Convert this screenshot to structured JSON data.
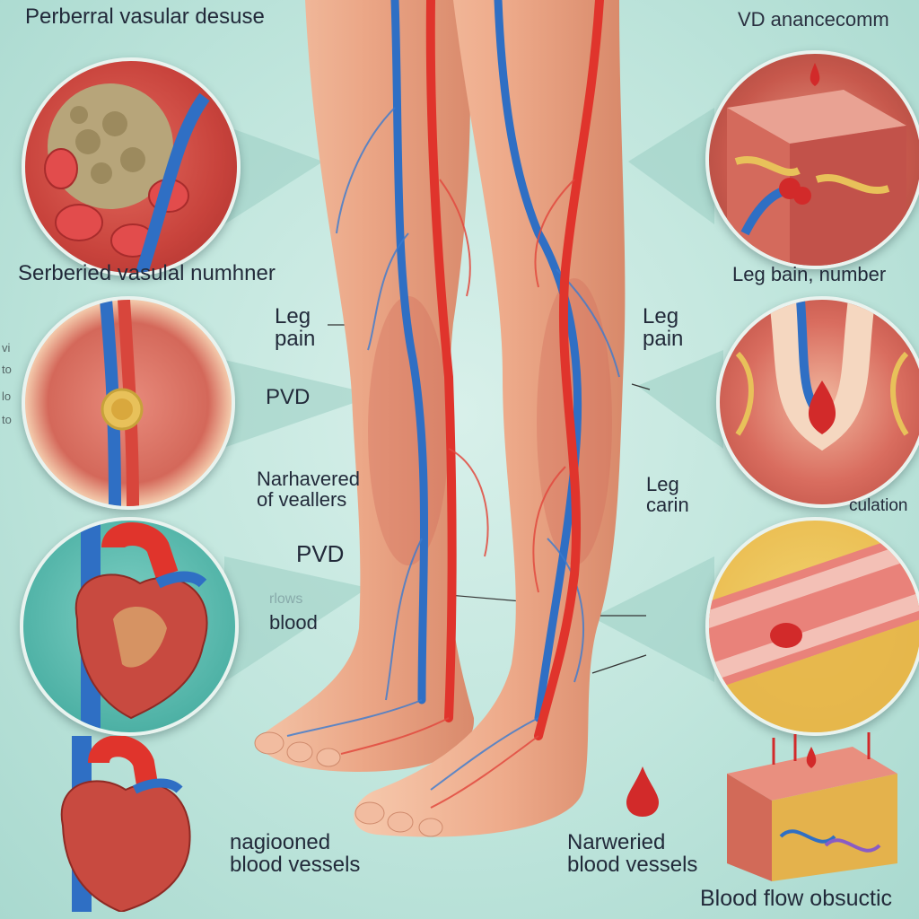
{
  "labels": {
    "title_left": "Perberral vasular desuse",
    "title_right": "VD anancecomm",
    "caption_left": "Serberied vasulal numhner",
    "caption_right": "Leg  bain, number",
    "leg_pain_1": "Leg\npain",
    "leg_pain_2": "Leg\npain",
    "pvd_1": "PVD",
    "narrowed_1": "Narhavered\nof veallers",
    "leg_calm": "Leg\ncarin",
    "ulation": "culation",
    "pvd_2": "PVD",
    "blood": "blood",
    "blood_faded": "rlows",
    "nagi": "nagiooned\nblood vessels",
    "narrowed_2": "Narweried\nblood vessels",
    "flow": "Blood flow obsuctic"
  },
  "left_edge_fragments": [
    "vi",
    "to",
    "lo",
    "to"
  ],
  "colors": {
    "background": "#bfe5dc",
    "artery": "#e0342c",
    "vein": "#2f6fc4",
    "skin": "#efb799",
    "text": "#222a3a"
  }
}
